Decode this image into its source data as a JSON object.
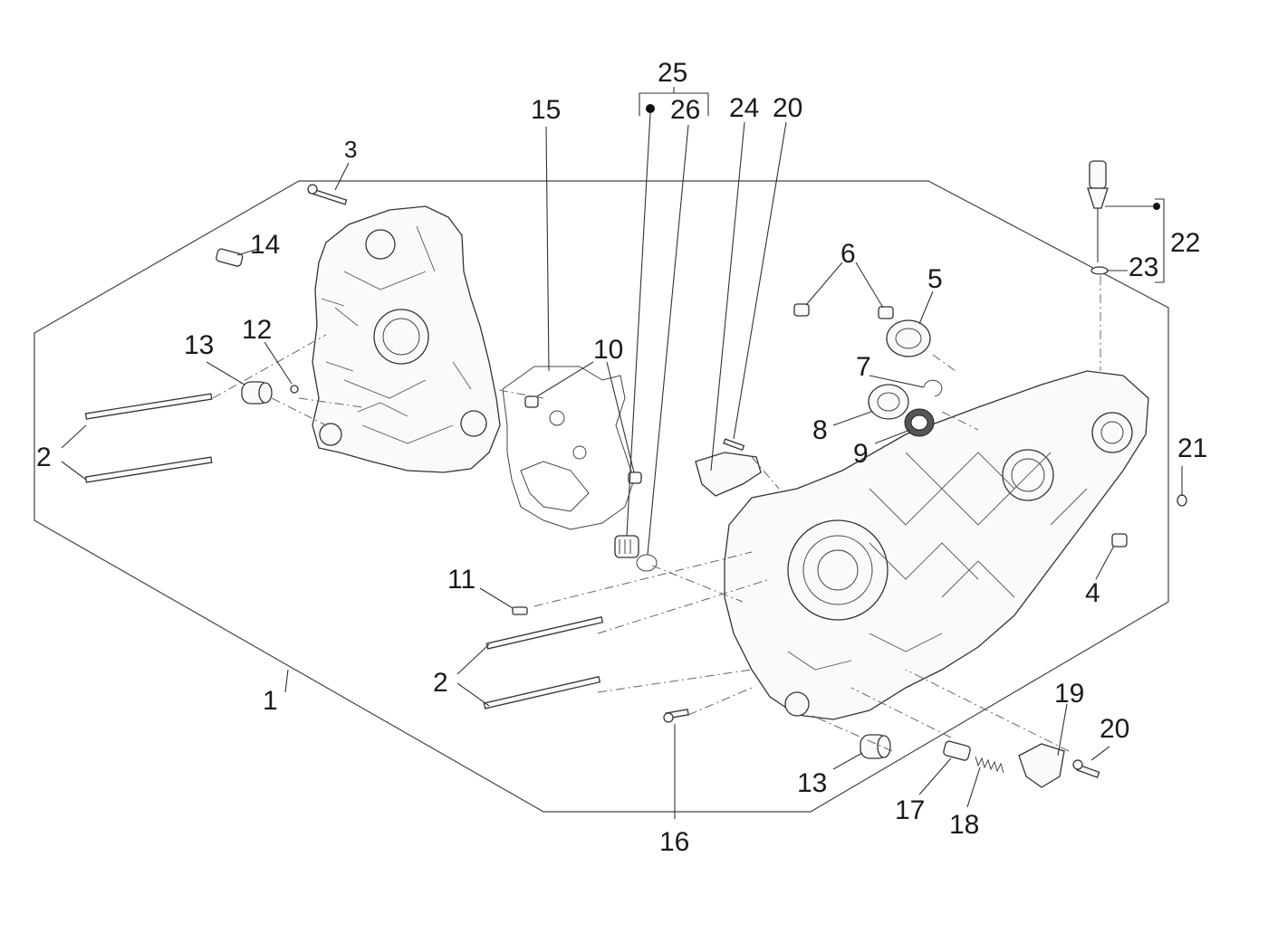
{
  "callouts": {
    "c1": "1",
    "c2a": "2",
    "c2b": "2",
    "c3": "3",
    "c4": "4",
    "c5": "5",
    "c6": "6",
    "c7": "7",
    "c8": "8",
    "c9": "9",
    "c10": "10",
    "c11": "11",
    "c12": "12",
    "c13a": "13",
    "c13b": "13",
    "c14": "14",
    "c15": "15",
    "c16": "16",
    "c17": "17",
    "c18": "18",
    "c19": "19",
    "c20a": "20",
    "c20b": "20",
    "c21": "21",
    "c22": "22",
    "c23": "23",
    "c24": "24",
    "c25": "25",
    "c26": "26"
  }
}
